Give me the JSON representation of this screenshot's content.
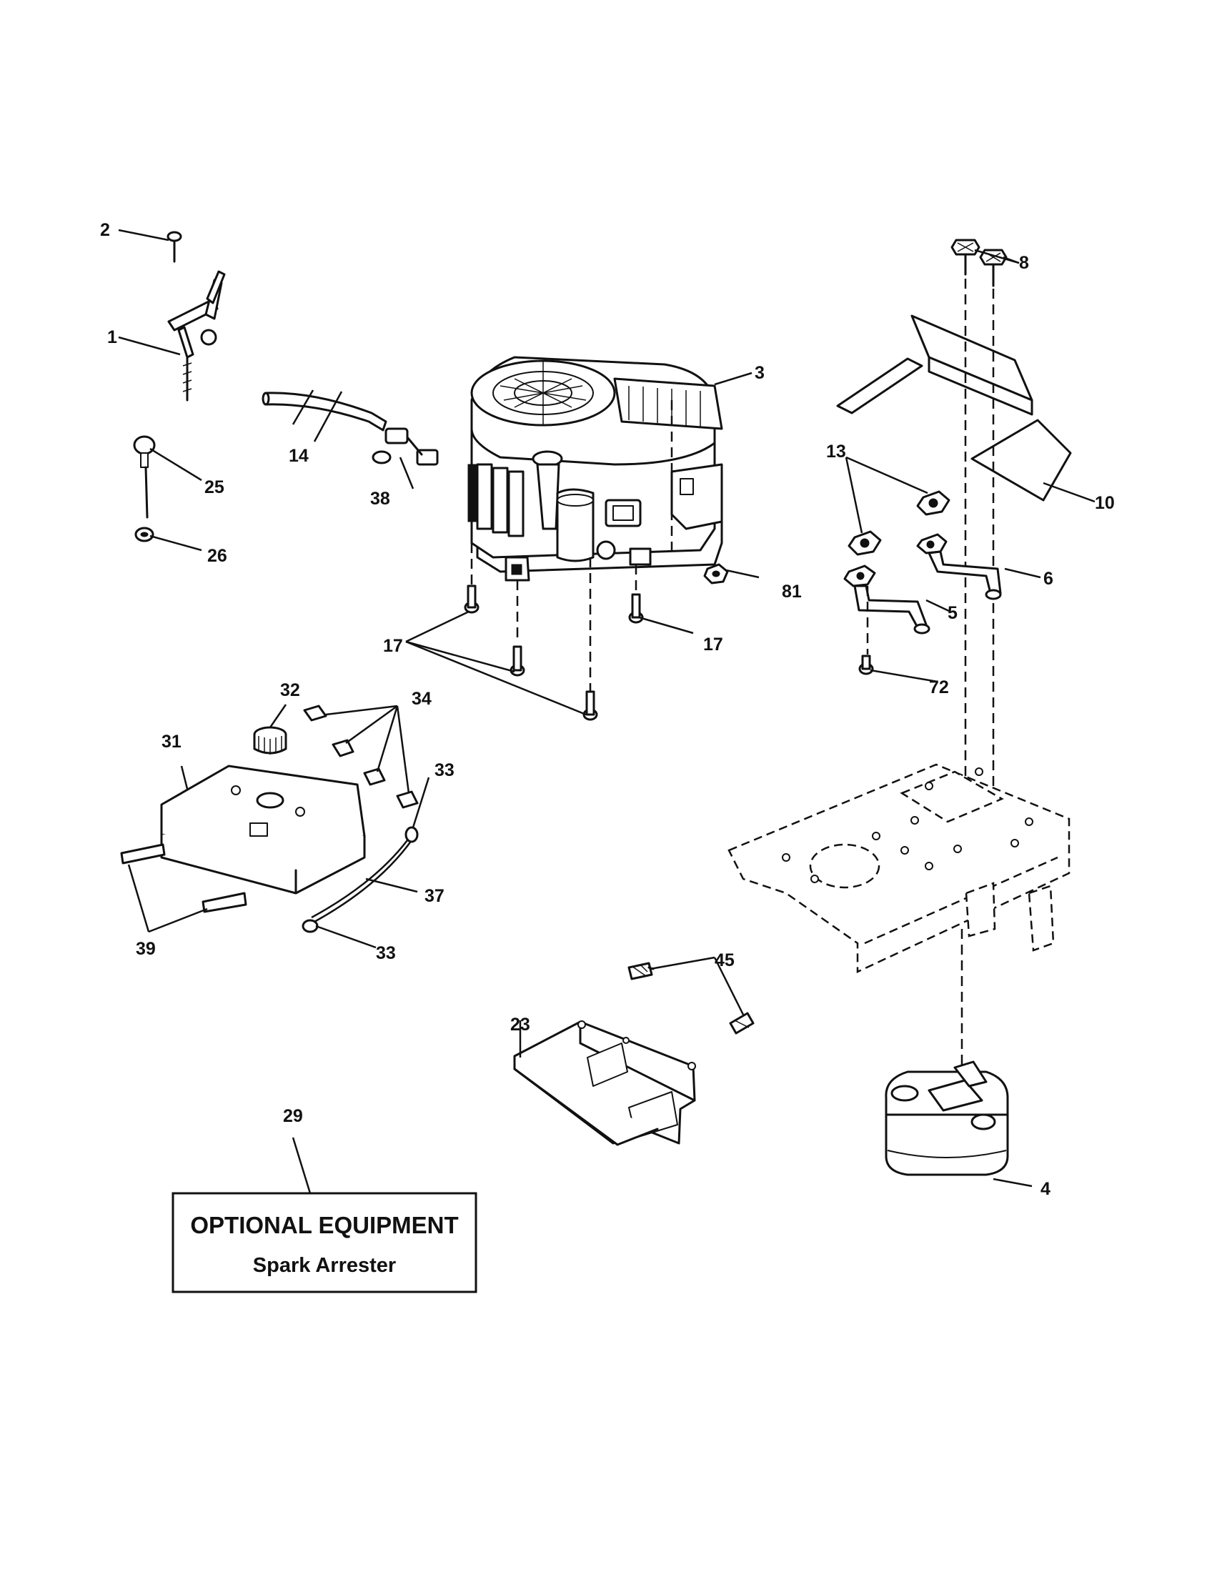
{
  "callouts": {
    "c1": "1",
    "c2": "2",
    "c3": "3",
    "c4": "4",
    "c5": "5",
    "c6": "6",
    "c8": "8",
    "c10": "10",
    "c13": "13",
    "c14": "14",
    "c17a": "17",
    "c17b": "17",
    "c23": "23",
    "c25": "25",
    "c26": "26",
    "c29": "29",
    "c31": "31",
    "c32": "32",
    "c33a": "33",
    "c33b": "33",
    "c34": "34",
    "c37": "37",
    "c38": "38",
    "c39": "39",
    "c45": "45",
    "c72": "72",
    "c81": "81"
  },
  "optional_box": {
    "title": "OPTIONAL EQUIPMENT",
    "subtitle": "Spark Arrester"
  }
}
